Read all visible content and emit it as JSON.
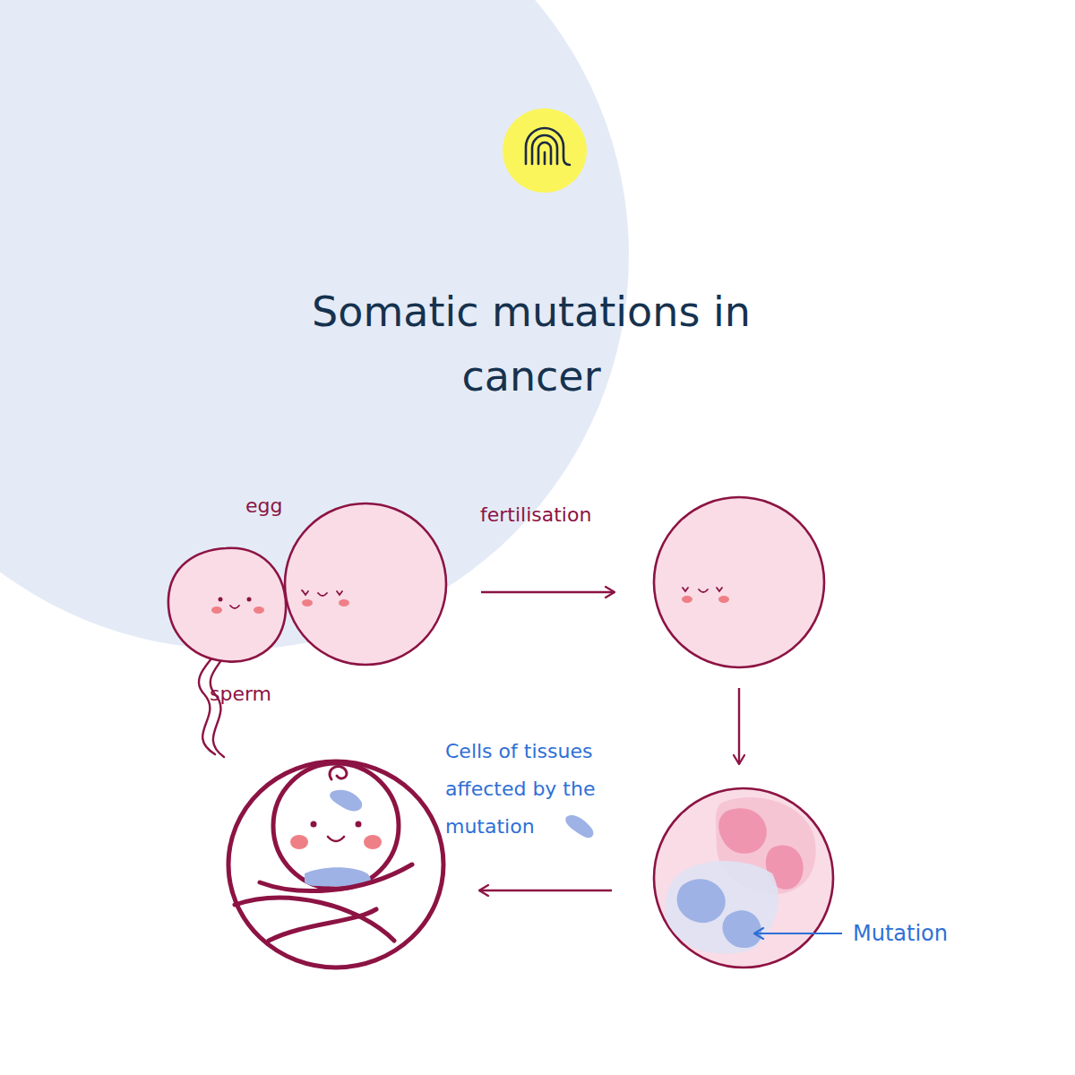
{
  "diagram": {
    "title": "Somatic mutations in cancer",
    "labels": [
      "egg",
      "fertilisation",
      "sperm",
      "Cells of tissues affected by the mutation",
      "Mutation"
    ]
  }
}
